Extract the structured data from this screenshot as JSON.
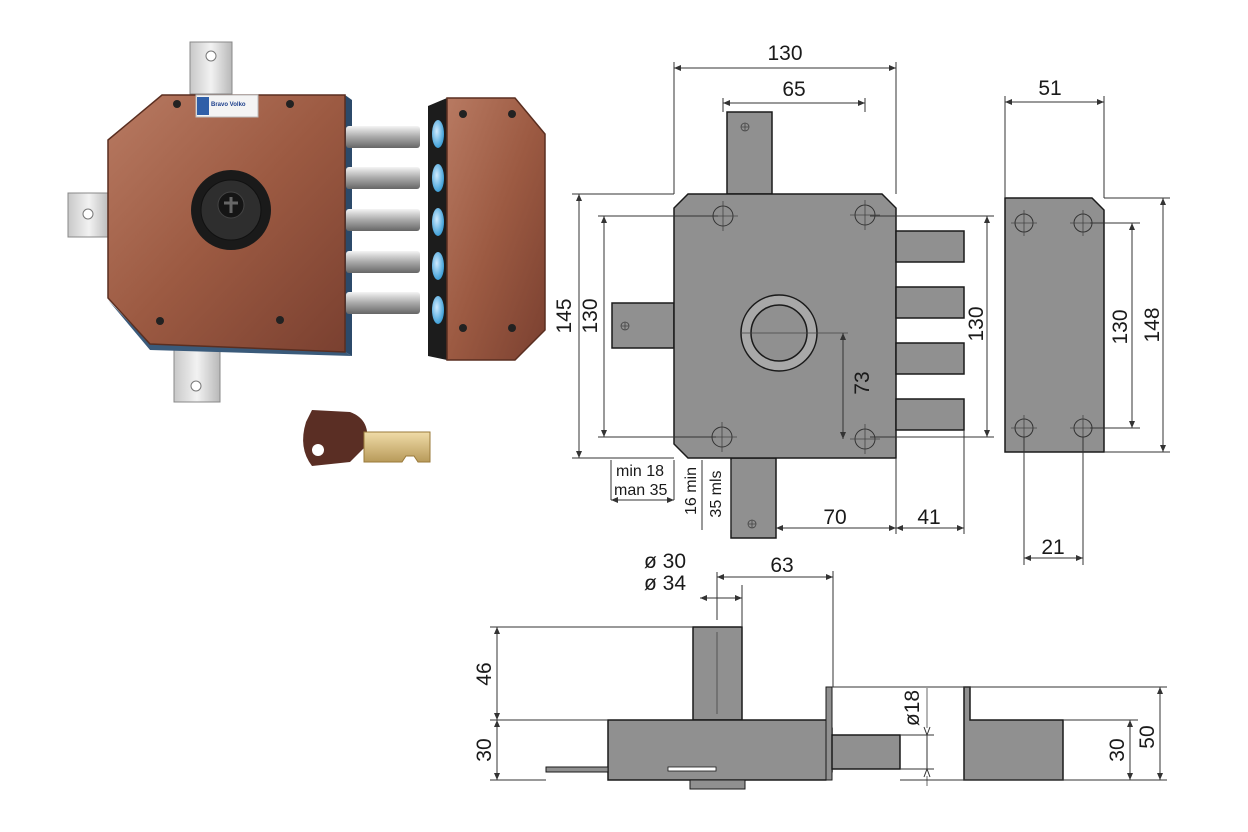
{
  "logo_text": "Bravo Volko",
  "colors": {
    "lock_body": "#a0604a",
    "bolt": "#c8c8c8",
    "plate": "#dcdcdc",
    "key_brass": "#d8c08a",
    "drawing_fill": "#909090",
    "line": "#1a1a1a"
  },
  "dimensions": {
    "front_width": "130",
    "strike_spacing": "65",
    "body_height": "145",
    "hole_spacing_v": "130",
    "bolt_height": "130",
    "cylinder_offset": "73",
    "min_label": "min 18",
    "max_label": "man 35",
    "min16": "16 min",
    "max35": "35 mls",
    "backset": "70",
    "bolt_throw": "41",
    "keeper_width": "51",
    "keeper_height": "148",
    "keeper_holes_v": "130",
    "keeper_holes_h": "21",
    "cylinder_d1": "ø 30",
    "cylinder_d2": "ø 34",
    "cyl_to_edge": "63",
    "bolt_diameter": "ø18",
    "strike_depth": "46",
    "body_depth": "30",
    "keeper_depth": "30",
    "keeper_total": "50"
  }
}
